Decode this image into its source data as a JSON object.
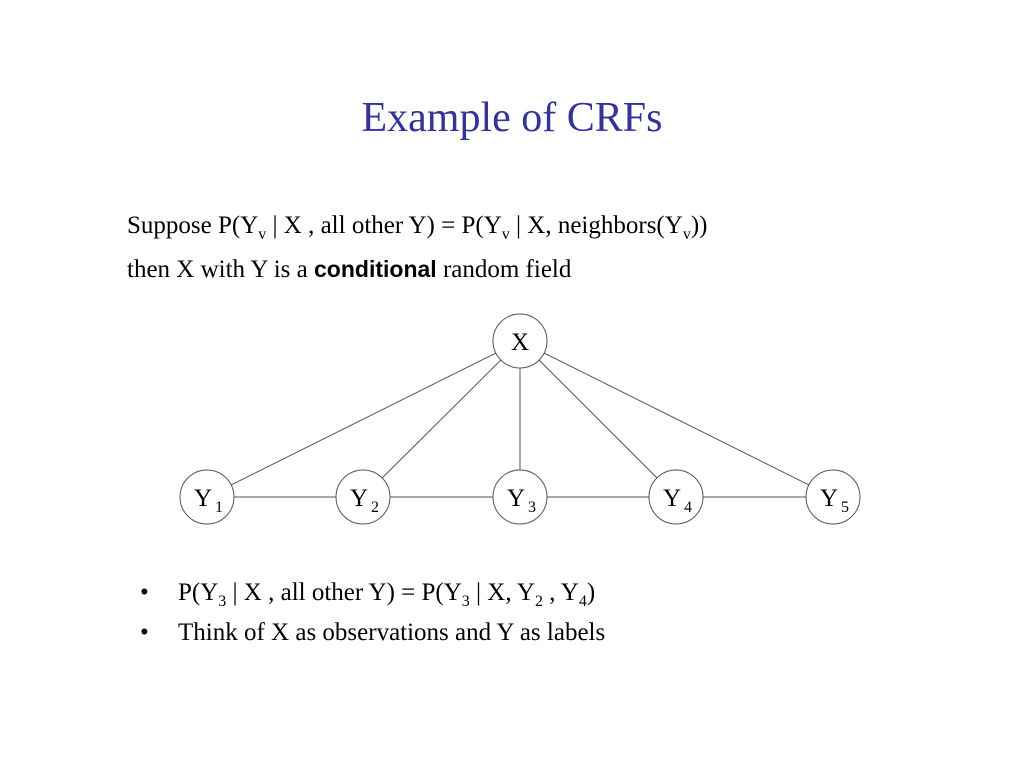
{
  "slide": {
    "title": "Example of CRFs",
    "title_color": "#333399"
  },
  "intro": {
    "line1": {
      "t1": "Suppose P(Y",
      "s1": "v",
      "t2": " | X , all other Y) = P(Y",
      "s2": "v",
      "t3": " | X, neighbors(Y",
      "s3": "v",
      "t4": "))"
    },
    "line2": {
      "before": "then X with Y is a ",
      "bold": "conditional",
      "after": " random field"
    }
  },
  "diagram": {
    "nodes": [
      {
        "id": "X",
        "label": "X",
        "sub": ""
      },
      {
        "id": "Y1",
        "label": "Y",
        "sub": "1"
      },
      {
        "id": "Y2",
        "label": "Y",
        "sub": "2"
      },
      {
        "id": "Y3",
        "label": "Y",
        "sub": "3"
      },
      {
        "id": "Y4",
        "label": "Y",
        "sub": "4"
      },
      {
        "id": "Y5",
        "label": "Y",
        "sub": "5"
      }
    ],
    "edges": [
      [
        "X",
        "Y1"
      ],
      [
        "X",
        "Y2"
      ],
      [
        "X",
        "Y3"
      ],
      [
        "X",
        "Y4"
      ],
      [
        "X",
        "Y5"
      ],
      [
        "Y1",
        "Y2"
      ],
      [
        "Y2",
        "Y3"
      ],
      [
        "Y3",
        "Y4"
      ],
      [
        "Y4",
        "Y5"
      ]
    ]
  },
  "bullets": {
    "symbol": "•",
    "item1": {
      "t1": "P(Y",
      "s1": "3",
      "t2": " | X , all other Y) = P(Y",
      "s2": "3",
      "t3": " | X, Y",
      "s3": "2",
      "t4": " , Y",
      "s4": "4",
      "t5": ")"
    },
    "item2": {
      "text": "Think of X as observations and Y as labels"
    }
  }
}
